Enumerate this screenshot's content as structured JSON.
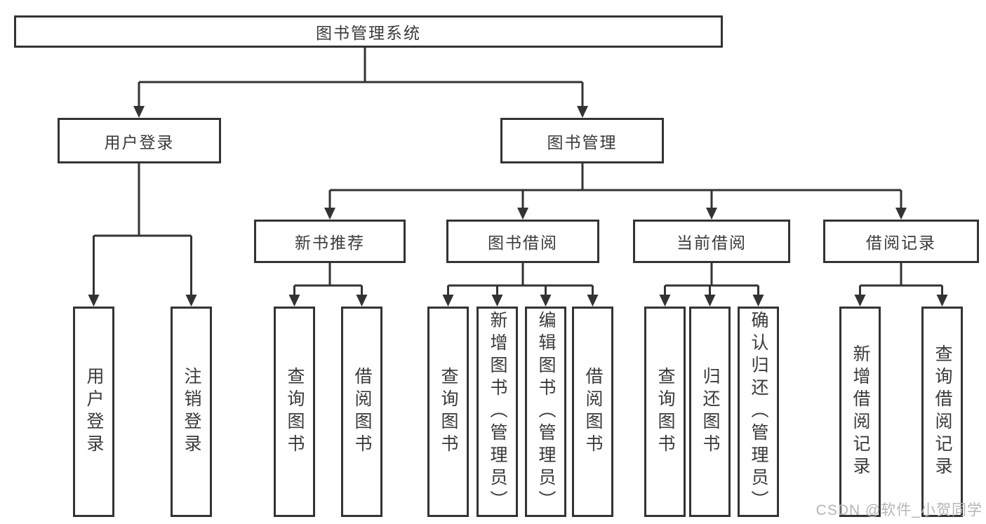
{
  "diagram": {
    "root": "图书管理系统",
    "level2": [
      "用户登录",
      "图书管理"
    ],
    "level3": [
      "新书推荐",
      "图书借阅",
      "当前借阅",
      "借阅记录"
    ],
    "leaves": {
      "user_login": [
        "用户登录",
        "注销登录"
      ],
      "new_books": [
        "查询图书",
        "借阅图书"
      ],
      "book_borrow": [
        "查询图书",
        "新增图书（管理员）",
        "编辑图书（管理员）",
        "借阅图书"
      ],
      "current_borrow": [
        "查询图书",
        "归还图书",
        "确认归还（管理员）"
      ],
      "borrow_records": [
        "新增借阅记录",
        "查询借阅记录"
      ]
    }
  },
  "watermark": "CSDN @软件_小贺同学",
  "colors": {
    "line": "#333333",
    "text": "#3a3a3a",
    "watermark": "#b5b5b5",
    "background": "#ffffff"
  }
}
